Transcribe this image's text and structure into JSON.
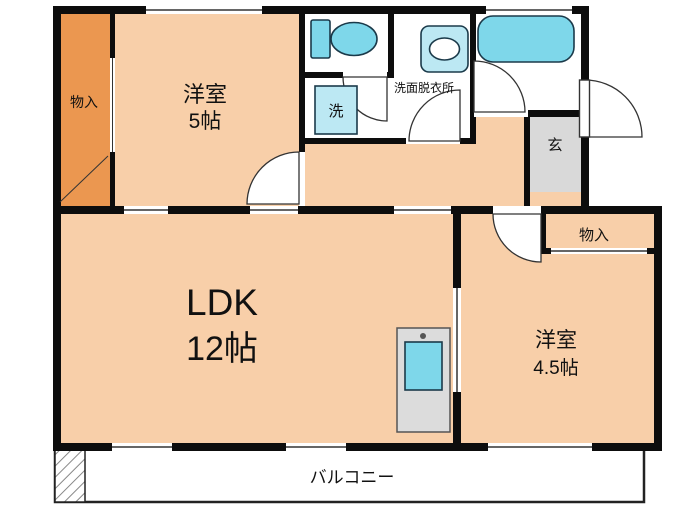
{
  "rooms": {
    "ldk": {
      "name": "LDK",
      "size": "12帖"
    },
    "bedroom5": {
      "name": "洋室",
      "size": "5帖"
    },
    "bedroom45": {
      "name": "洋室",
      "size": "4.5帖"
    },
    "washroom": {
      "label": "洗面脱衣所"
    },
    "washer": {
      "label": "洗"
    },
    "genkan": {
      "label": "玄"
    },
    "closet_left": {
      "label": "物入"
    },
    "closet_right": {
      "label": "物入"
    },
    "balcony": {
      "label": "バルコニー"
    }
  },
  "colors": {
    "room": "#f8cfa9",
    "closet": "#eb9750",
    "fixture": "#7ed7ea",
    "fixture_light": "#bce8f3",
    "genkan": "#d9d9d9",
    "counter": "#dcdcdc",
    "wall": "#0d0d0d"
  }
}
